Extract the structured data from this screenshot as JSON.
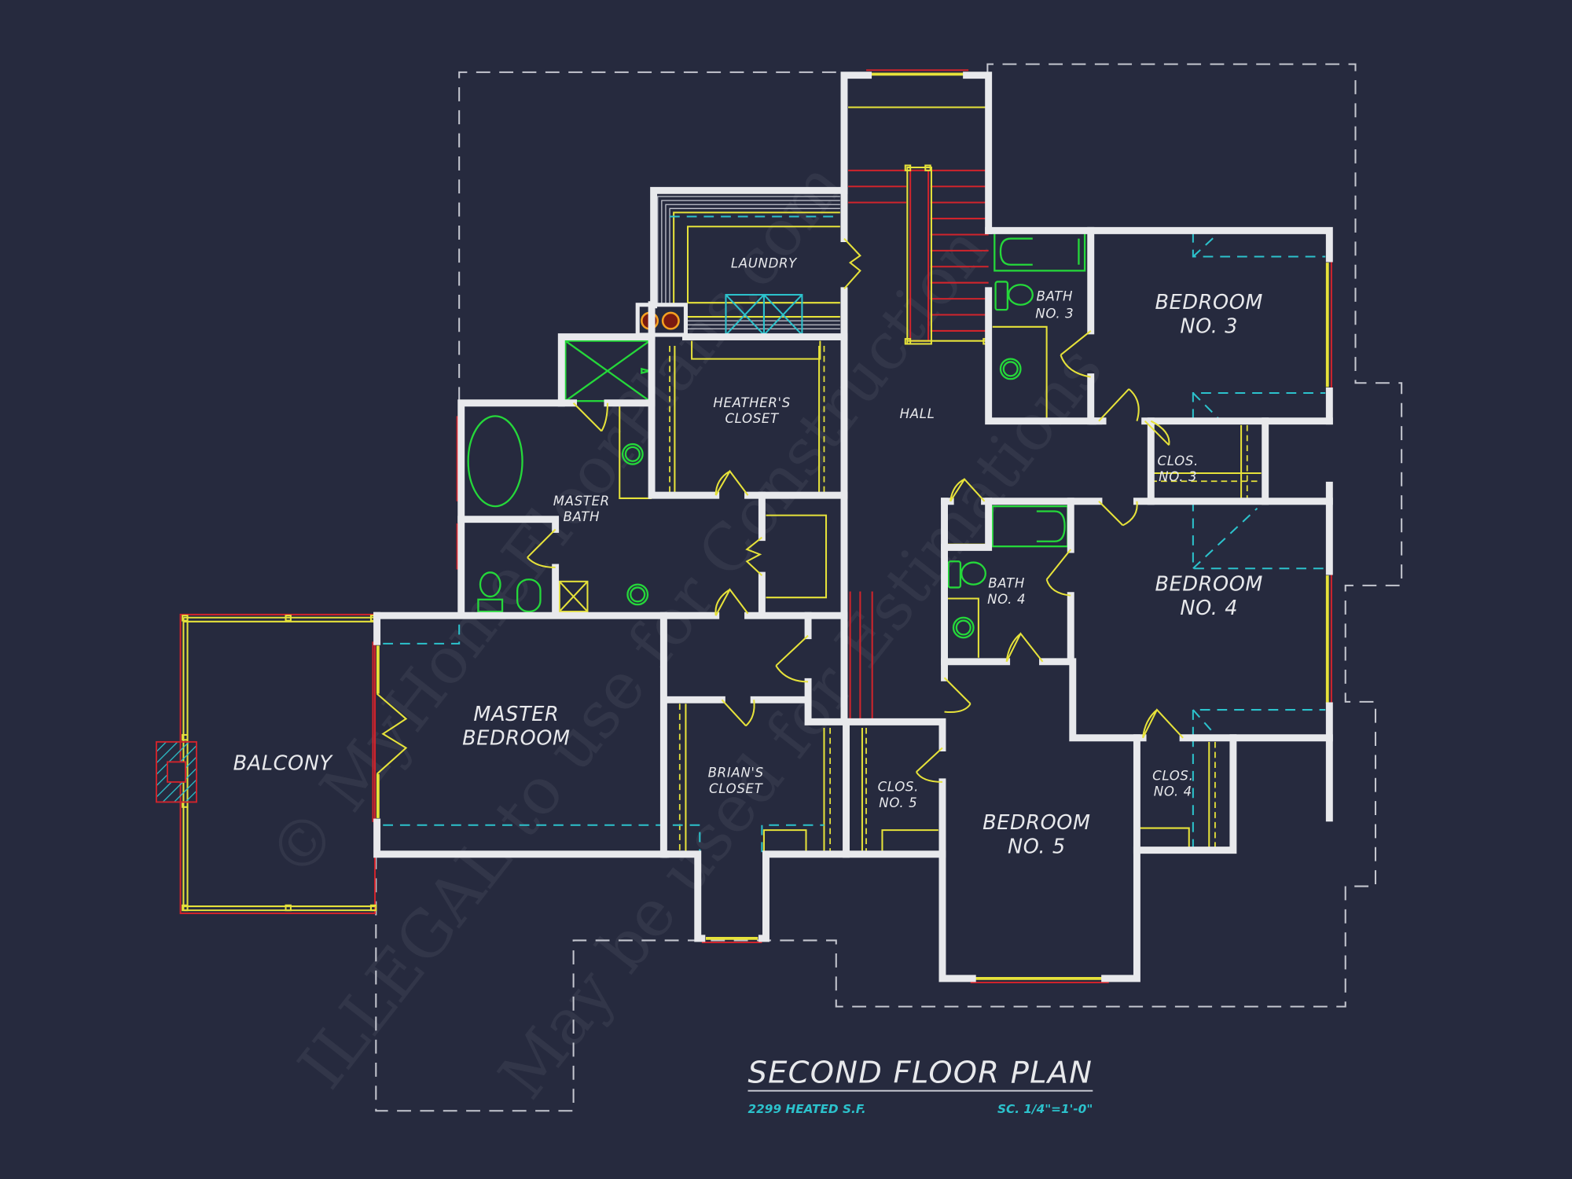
{
  "plan": {
    "title": "SECOND FLOOR PLAN",
    "heated_area": "2299 HEATED S.F.",
    "scale": "SC. 1/4\"=1'-0\""
  },
  "rooms": {
    "laundry": "LAUNDRY",
    "bath3_line1": "BATH",
    "bath3_line2": "NO. 3",
    "bedroom3_line1": "BEDROOM",
    "bedroom3_line2": "NO. 3",
    "heathers_closet_line1": "HEATHER'S",
    "heathers_closet_line2": "CLOSET",
    "hall": "HALL",
    "master_bath_line1": "MASTER",
    "master_bath_line2": "BATH",
    "clos3_line1": "CLOS.",
    "clos3_line2": "NO. 3",
    "bath4_line1": "BATH",
    "bath4_line2": "NO. 4",
    "bedroom4_line1": "BEDROOM",
    "bedroom4_line2": "NO. 4",
    "balcony": "BALCONY",
    "master_bedroom_line1": "MASTER",
    "master_bedroom_line2": "BEDROOM",
    "brians_closet_line1": "BRIAN'S",
    "brians_closet_line2": "CLOSET",
    "clos5_line1": "CLOS.",
    "clos5_line2": "NO. 5",
    "clos4_line1": "CLOS.",
    "clos4_line2": "NO. 4",
    "bedroom5_line1": "BEDROOM",
    "bedroom5_line2": "NO. 5"
  },
  "watermarks": {
    "line1": "© MyHomeFloorPlans.com",
    "line2": "ILLEGAL to use for Construction",
    "line3": "May be used for Estimations"
  },
  "colors": {
    "background": "#262a3e",
    "walls": "#e8e9ec",
    "fixtures": "#25d83a",
    "casework": "#e6e23a",
    "stairs_windows": "#d0242c",
    "ceiling_lines": "#2cc2cc"
  }
}
